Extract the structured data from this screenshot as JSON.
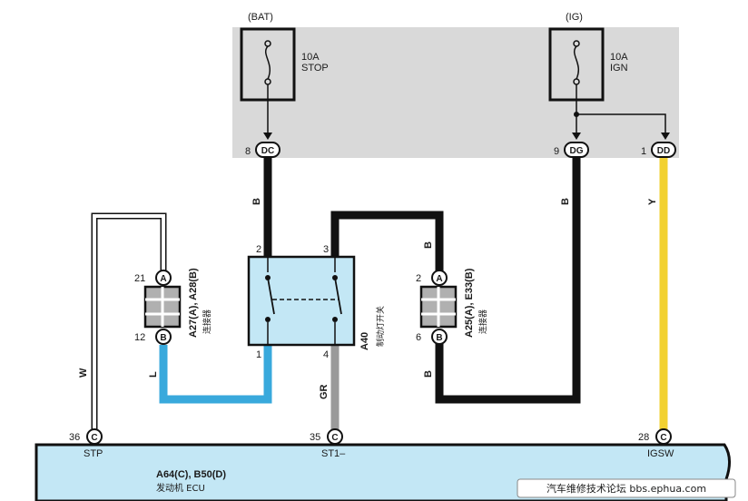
{
  "fuse_box": {
    "bat_label": "(BAT)",
    "ig_label": "(IG)",
    "fuse_stop": {
      "rating": "10A",
      "name": "STOP"
    },
    "fuse_ign": {
      "rating": "10A",
      "name": "IGN"
    },
    "pins": {
      "dc": {
        "num": "8",
        "code": "DC"
      },
      "dg": {
        "num": "9",
        "code": "DG"
      },
      "dd": {
        "num": "1",
        "code": "DD"
      }
    }
  },
  "wires": {
    "b1": "B",
    "b2": "B",
    "b3": "B",
    "b4": "B",
    "y": "Y",
    "w": "W",
    "l": "L",
    "gr": "GR"
  },
  "connector_left": {
    "pin_a_num": "21",
    "pin_a": "A",
    "pin_b_num": "12",
    "pin_b": "B",
    "label": "A27(A), A28(B)",
    "desc": "连接器"
  },
  "connector_right": {
    "pin_a_num": "2",
    "pin_a": "A",
    "pin_b_num": "6",
    "pin_b": "B",
    "label": "A25(A), E33(B)",
    "desc": "连接器"
  },
  "switch": {
    "label": "A40",
    "desc": "制动灯开关",
    "pins": {
      "p1": "1",
      "p2": "2",
      "p3": "3",
      "p4": "4"
    }
  },
  "ecu": {
    "name": "A64(C), B50(D)",
    "desc": "发动机 ECU",
    "pins": {
      "stp": {
        "num": "36",
        "code": "C",
        "name": "STP"
      },
      "st1": {
        "num": "35",
        "code": "C",
        "name": "ST1–"
      },
      "igsw": {
        "num": "28",
        "code": "C",
        "name": "IGSW"
      }
    }
  },
  "watermark": "汽车维修技术论坛 bbs.ephua.com",
  "colors": {
    "fuse_box_bg": "#d9d9d9",
    "ecu_bg": "#c3e7f5",
    "wire_black": "#111111",
    "wire_blue": "#39a9dc",
    "wire_yellow": "#f2d130",
    "wire_gray": "#9a9a9a"
  }
}
